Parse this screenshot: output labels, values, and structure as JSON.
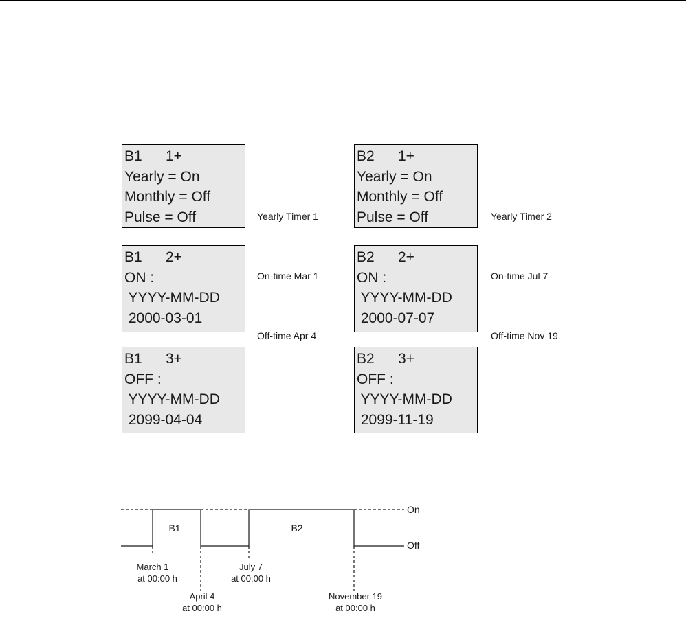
{
  "displays": {
    "b1_1": {
      "block": "B1",
      "page": "1+",
      "lines": [
        "Yearly = On",
        "Monthly = Off",
        "Pulse = Off"
      ]
    },
    "b1_2": {
      "block": "B1",
      "page": "2+",
      "lines": [
        "ON :",
        " YYYY-MM-DD",
        " 2000-03-01"
      ]
    },
    "b1_3": {
      "block": "B1",
      "page": "3+",
      "lines": [
        "OFF :",
        " YYYY-MM-DD",
        " 2099-04-04"
      ]
    },
    "b2_1": {
      "block": "B2",
      "page": "1+",
      "lines": [
        "Yearly = On",
        "Monthly = Off",
        "Pulse = Off"
      ]
    },
    "b2_2": {
      "block": "B2",
      "page": "2+",
      "lines": [
        "ON :",
        " YYYY-MM-DD",
        " 2000-07-07"
      ]
    },
    "b2_3": {
      "block": "B2",
      "page": "3+",
      "lines": [
        "OFF :",
        " YYYY-MM-DD",
        " 2099-11-19"
      ]
    }
  },
  "notes": {
    "timer1": [
      "Yearly Timer 1",
      "On-time Mar 1",
      "Off-time Apr 4"
    ],
    "timer2": [
      "Yearly Timer 2",
      "On-time Jul 7",
      "Off-time Nov 19"
    ]
  },
  "diagram": {
    "level_on": "On",
    "level_off": "Off",
    "pulse_labels": [
      "B1",
      "B2"
    ],
    "events": [
      {
        "line1": "March 1",
        "line2": "at 00:00 h"
      },
      {
        "line1": "April 4",
        "line2": "at 00:00 h"
      },
      {
        "line1": "July 7",
        "line2": "at 00:00 h"
      },
      {
        "line1": "November 19",
        "line2": "at 00:00 h"
      }
    ]
  }
}
